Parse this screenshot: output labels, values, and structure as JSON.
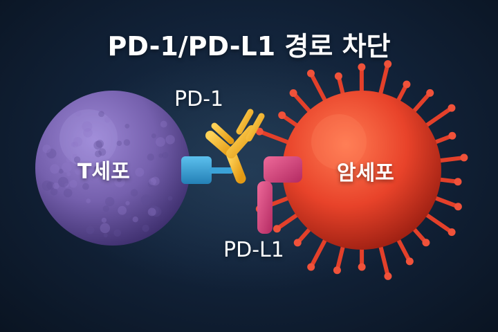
{
  "title": "PD-1/PD-L1 경로 차단",
  "labels": {
    "pd1": "PD-1",
    "pdl1": "PD-L1",
    "t_cell": "T세포",
    "cancer_cell": "암세포"
  },
  "colors": {
    "background": "#0d1a2b",
    "t_cell": "#7b63b5",
    "cancer_cell": "#e8432a",
    "pd1_receptor": "#3ba2d8",
    "pdl1_ligand": "#d23f78",
    "antibody": "#f2b42a"
  }
}
